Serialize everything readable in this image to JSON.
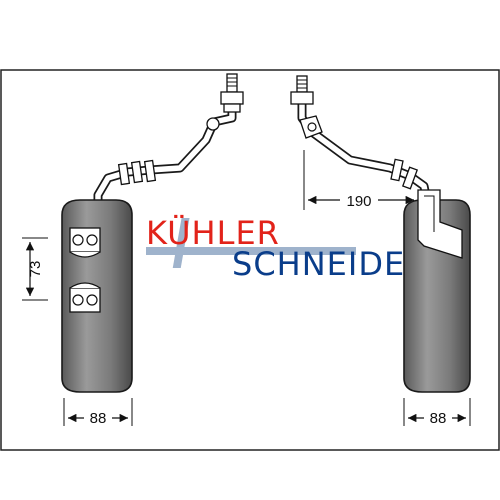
{
  "diagram": {
    "dimensions": {
      "height_left": "73",
      "width_left": "88",
      "hose_length": "190",
      "width_right": "88"
    },
    "logo": {
      "part1": "KÜHLER",
      "part2": "SCHNEIDER"
    },
    "colors": {
      "outline": "#1a1a1a",
      "body_gray": "#7a7a7a",
      "logo_red": "#e2231a",
      "logo_blue": "#0a3d8a",
      "logo_bar": "#9fb3cc"
    }
  }
}
